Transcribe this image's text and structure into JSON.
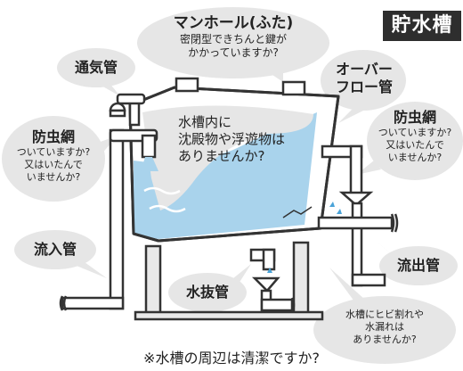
{
  "title": "貯水槽",
  "manhole": {
    "heading": "マンホール(ふた)",
    "lines": [
      "密閉型できちんと鍵が",
      "かかっていますか?"
    ]
  },
  "vent_pipe": "通気管",
  "overflow_pipe": {
    "lines": [
      "オーバー",
      "フロー管"
    ]
  },
  "insect_net_left": {
    "heading": "防虫網",
    "lines": [
      "ついていますか?",
      "又はいたんで",
      "いませんか?"
    ]
  },
  "insect_net_right": {
    "heading": "防虫網",
    "lines": [
      "ついていますか?",
      "又はいたんで",
      "いませんか?"
    ]
  },
  "tank_inside": {
    "lines": [
      "水槽内に",
      "沈殿物や浮遊物は",
      "ありませんか?"
    ]
  },
  "inflow_pipe": "流入管",
  "drain_pipe": "水抜管",
  "outflow_pipe": "流出管",
  "crack_check": {
    "lines": [
      "水槽にヒビ割れや",
      "水漏れは",
      "ありませんか?"
    ]
  },
  "footer": "※水槽の周辺は清潔ですか?",
  "colors": {
    "water": "#a9d3ec",
    "ink": "#333333",
    "bubble": "#e6e6e6",
    "tank": "#ffffff"
  }
}
